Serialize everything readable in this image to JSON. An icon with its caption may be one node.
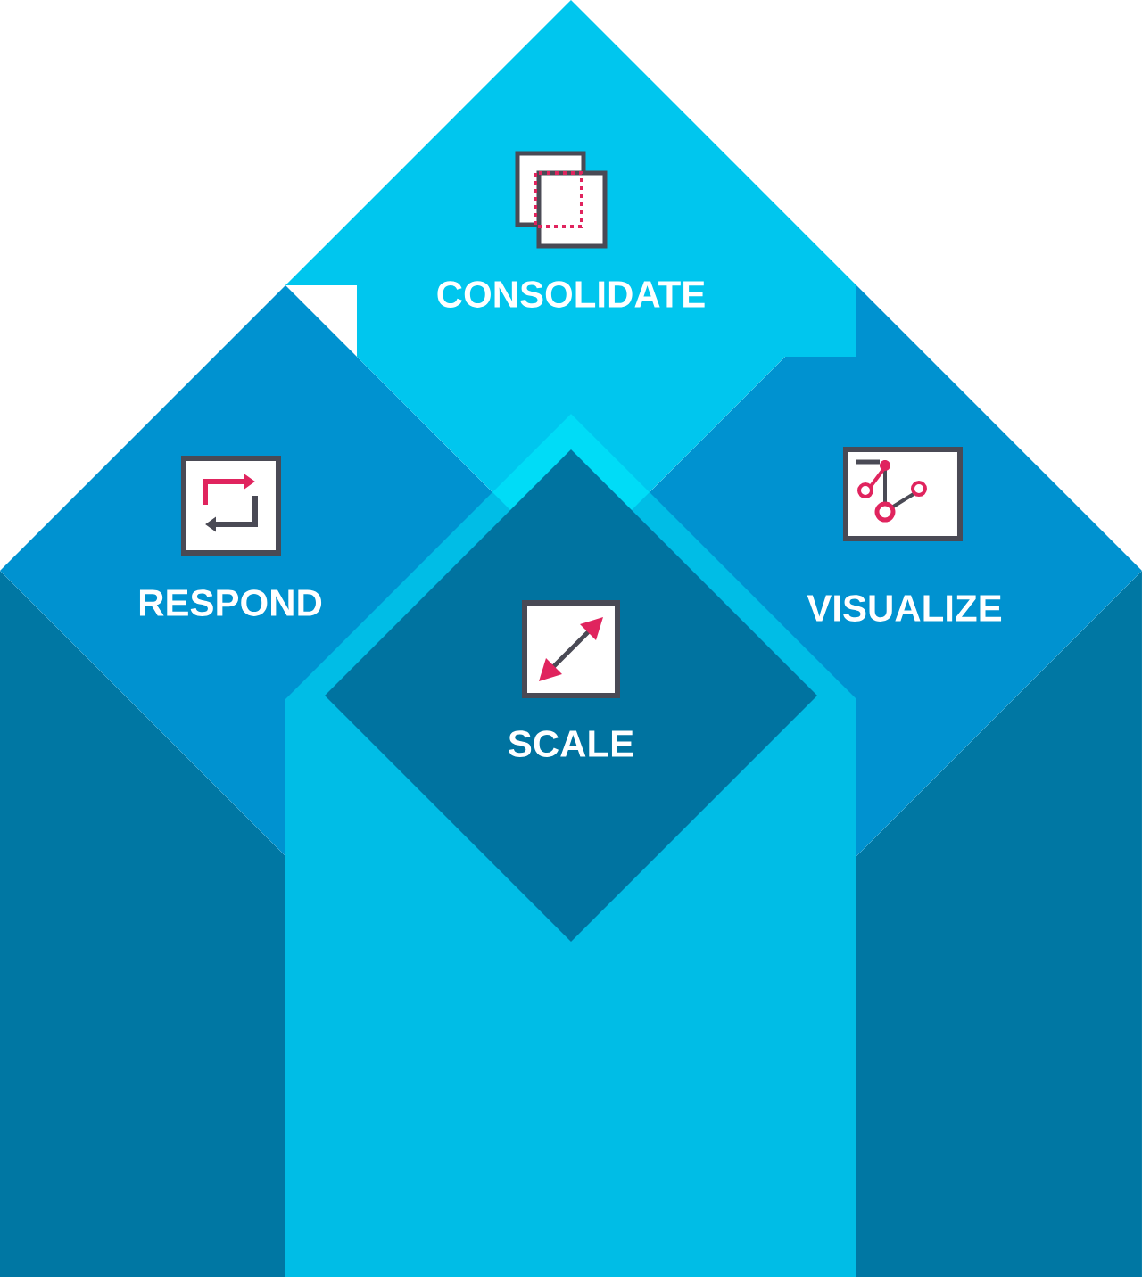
{
  "diagram": {
    "nodes": [
      {
        "text": [
          "CONSOLIDATE"
        ]
      },
      {
        "text": [
          "RESPOND"
        ]
      },
      {
        "text": [
          "VISUALIZE"
        ]
      },
      {
        "text": [
          "SCALE"
        ]
      }
    ]
  }
}
